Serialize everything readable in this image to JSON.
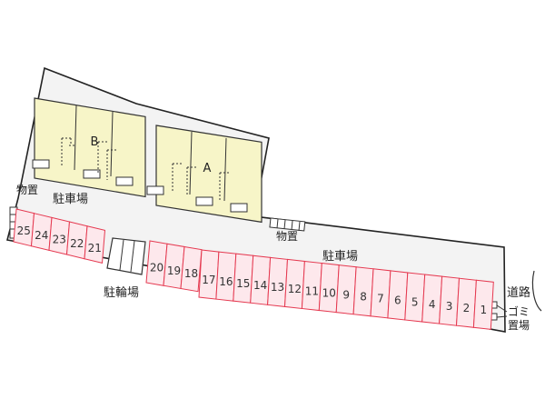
{
  "buildings": {
    "b_label": "B",
    "a_label": "A"
  },
  "labels": {
    "storage_left": "物置",
    "parking_left": "駐車場",
    "storage_center": "物置",
    "parking_right": "駐車場",
    "bicycle": "駐輪場",
    "road": "道路",
    "garbage_line1": "ゴミ",
    "garbage_line2": "置場"
  },
  "stalls": {
    "left_row": [
      "25",
      "24",
      "23",
      "22",
      "21"
    ],
    "middle_row": [
      "20",
      "19",
      "18"
    ],
    "right_row": [
      "17",
      "16",
      "15",
      "14",
      "13",
      "12",
      "11",
      "10",
      "9",
      "8",
      "7",
      "6",
      "5",
      "4",
      "3",
      "2",
      "1"
    ]
  },
  "colors": {
    "lot_fill": "#f3f3f3",
    "building_fill": "#f7f5c8",
    "stall_fill": "#fde8ec",
    "stall_stroke": "#e53950"
  }
}
